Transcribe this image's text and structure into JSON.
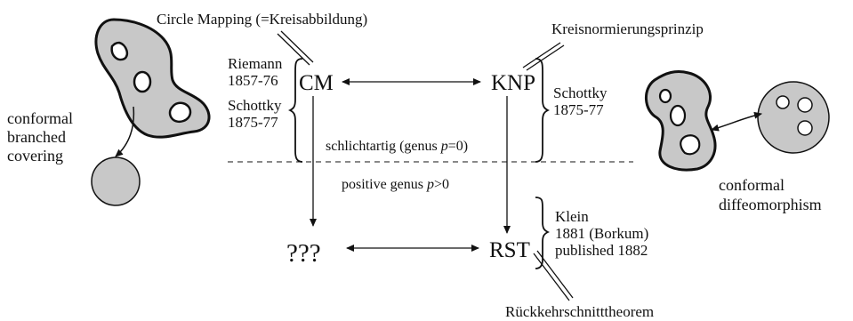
{
  "labels": {
    "circle_mapping": "Circle Mapping (=Kreisabbildung)",
    "kreisnormierungsprinzip": "Kreisnormierungsprinzip",
    "rueckkehrschnitttheorem": "Rückkehrschnitttheorem",
    "cm": "CM",
    "knp": "KNP",
    "rst": "RST",
    "unknown": "???",
    "riemann_name": "Riemann",
    "riemann_years": "1857-76",
    "schottky_left_name": "Schottky",
    "schottky_left_years": "1875-77",
    "schottky_right_name": "Schottky",
    "schottky_right_years": "1875-77",
    "klein_name": "Klein",
    "klein_years": "1881 (Borkum)",
    "klein_published": "published 1882",
    "schlichtartig_prefix": "schlichtartig (genus ",
    "schlichtartig_p": "p",
    "schlichtartig_suffix": "=0)",
    "positive_genus_prefix": "positive genus ",
    "positive_genus_p": "p",
    "positive_genus_suffix": ">0",
    "left_caption_1": "conformal",
    "left_caption_2": "branched",
    "left_caption_3": "covering",
    "right_caption_1": "conformal",
    "right_caption_2": "diffeomorphism"
  },
  "colors": {
    "ink": "#111111",
    "shape_fill": "#c8c8c8"
  }
}
